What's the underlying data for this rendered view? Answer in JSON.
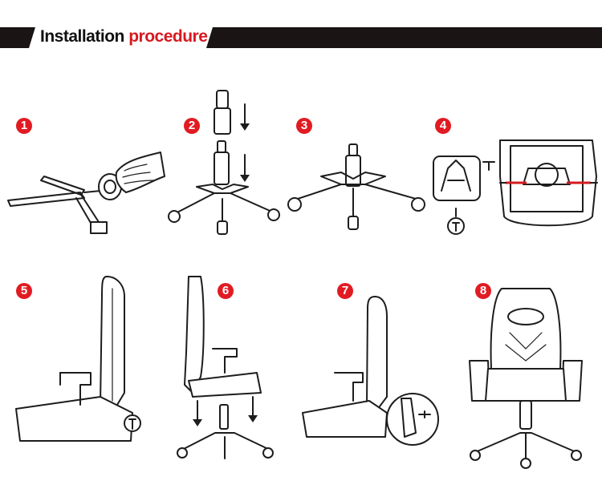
{
  "header": {
    "title_word1": "Installation",
    "title_word2": "procedure",
    "bar_color": "#1a1414",
    "accent_color": "#d71920"
  },
  "steps": [
    {
      "number": "1",
      "label": "step-1"
    },
    {
      "number": "2",
      "label": "step-2"
    },
    {
      "number": "3",
      "label": "step-3"
    },
    {
      "number": "4",
      "label": "step-4"
    },
    {
      "number": "5",
      "label": "step-5"
    },
    {
      "number": "6",
      "label": "step-6"
    },
    {
      "number": "7",
      "label": "step-7"
    },
    {
      "number": "8",
      "label": "step-8"
    }
  ],
  "badge_color": "#e11b22"
}
